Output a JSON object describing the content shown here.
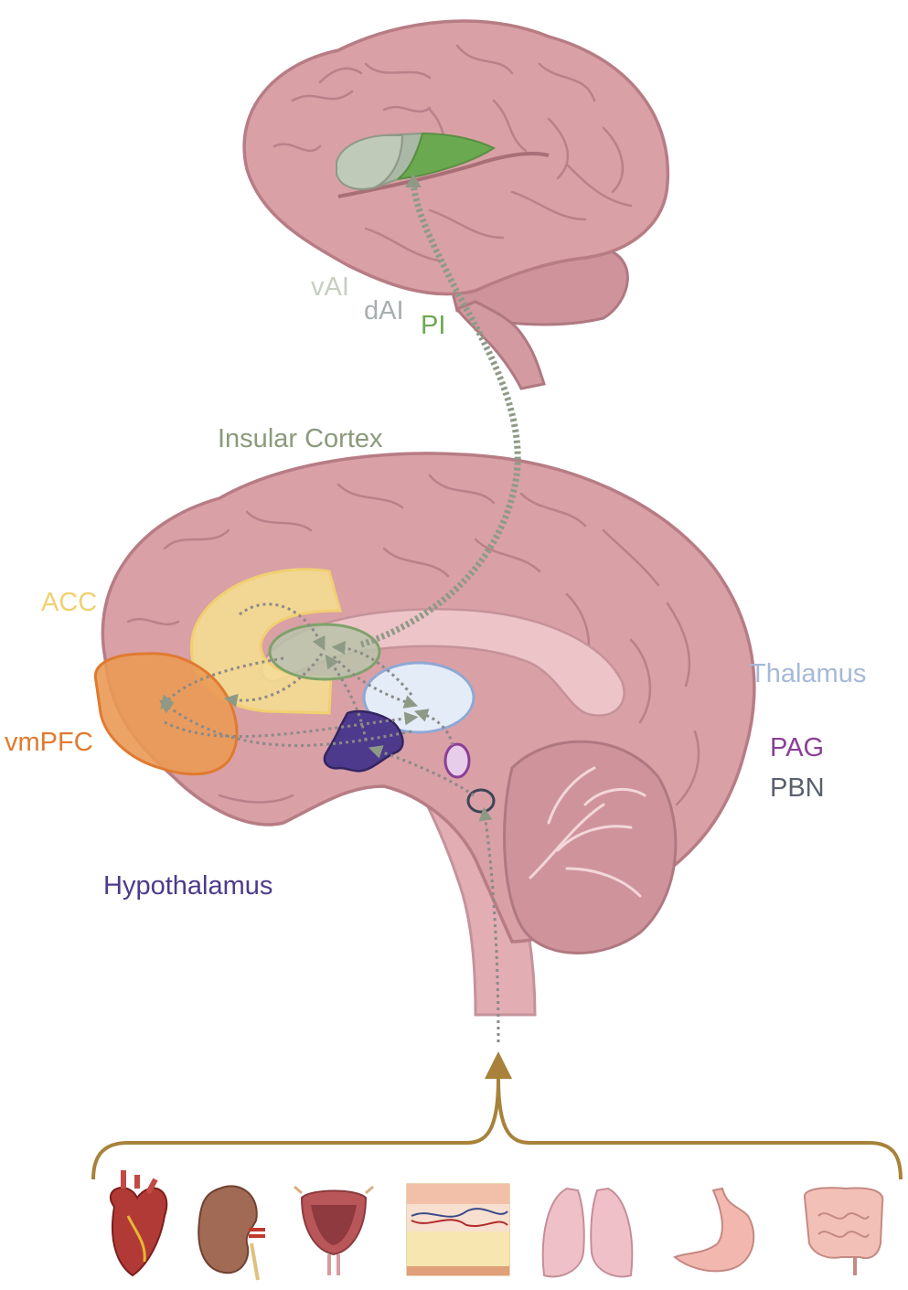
{
  "labels": {
    "vai": "vAI",
    "dai": "dAI",
    "pi": "PI",
    "insular_cortex": "Insular Cortex",
    "acc": "ACC",
    "vmpfc": "vmPFC",
    "thalamus": "Thalamus",
    "pag": "PAG",
    "pbn": "PBN",
    "hypothalamus": "Hypothalamus"
  },
  "colors": {
    "brain": "#d9a0a6",
    "brain_outline": "#b77c84",
    "vai": "#b8c7b2",
    "dai": "#aab8a6",
    "pi": "#6aa94f",
    "insula_text": "#8a9a7a",
    "acc": "#f6df8f",
    "acc_text": "#f0d070",
    "vmpfc": "#ea9a55",
    "vmpfc_text": "#e07a30",
    "thalamus": "#e4ecf8",
    "thalamus_text": "#a5b9d8",
    "hypothalamus": "#4e3a8c",
    "pag": "#8a3f96",
    "pbn": "#5a6070",
    "pathway": "#8e9a86",
    "body_bracket": "#a8823a"
  },
  "organ_icons": [
    "heart-icon",
    "kidney-icon",
    "bladder-icon",
    "skin-icon",
    "lungs-icon",
    "stomach-icon",
    "intestines-icon"
  ]
}
